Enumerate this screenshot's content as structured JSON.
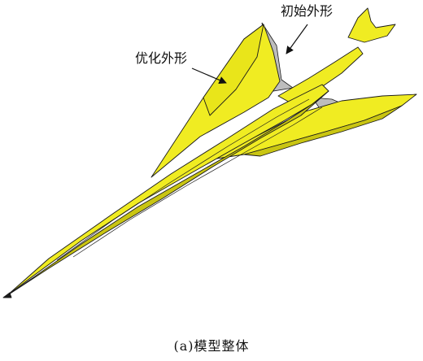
{
  "annotations": {
    "initial_shape": "初始外形",
    "optimized_shape": "优化外形"
  },
  "caption": "(a)模型整体",
  "colors": {
    "optimized_surface": "#f0ec22",
    "optimized_shadow": "#c9c512",
    "initial_surface": "#bdbdbd",
    "outline": "#1a1a1a"
  }
}
